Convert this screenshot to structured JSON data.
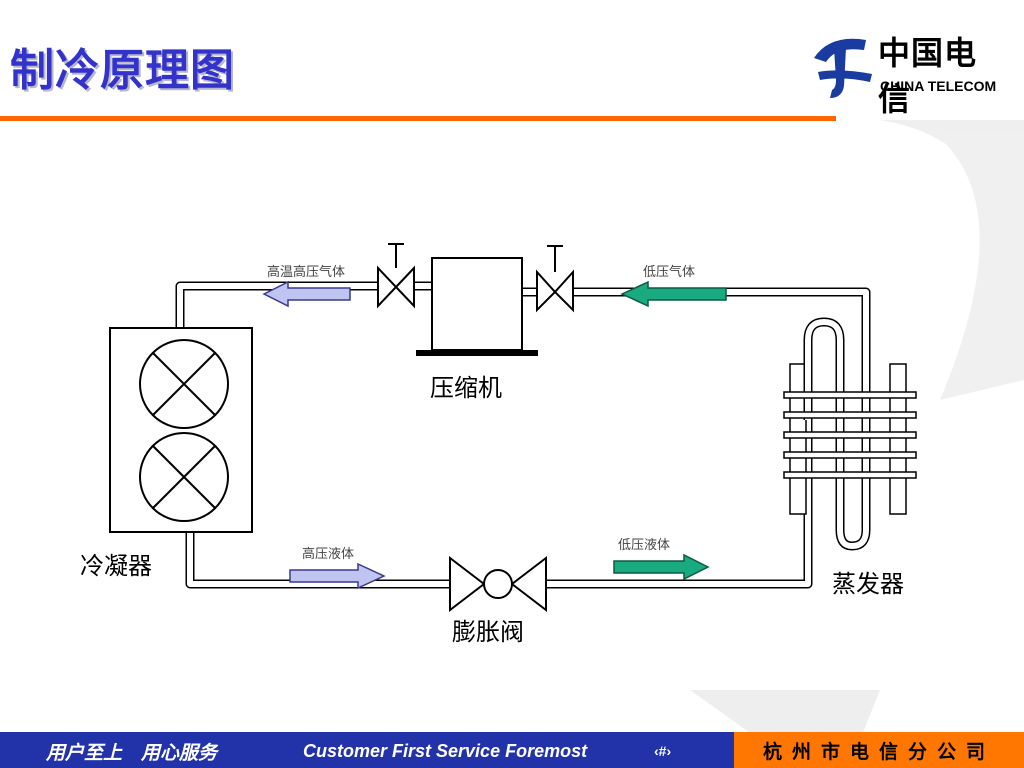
{
  "slide": {
    "title": "制冷原理图"
  },
  "logo": {
    "name_cn": "中国电信",
    "name_en": "CHINA TELECOM"
  },
  "diagram": {
    "components": {
      "compressor": "压缩机",
      "condenser": "冷凝器",
      "evaporator": "蒸发器",
      "expansion_valve": "膨胀阀"
    },
    "flows": {
      "high_temp_high_pressure_gas": "高温高压气体",
      "low_pressure_gas": "低压气体",
      "high_pressure_liquid": "高压液体",
      "low_pressure_liquid": "低压液体"
    },
    "colors": {
      "high_pressure_arrow": "#c0c4f0",
      "low_pressure_arrow": "#1aaa80",
      "pipe": "#000000"
    }
  },
  "footer": {
    "slogan_cn": "用户至上　用心服务",
    "slogan_en": "Customer First Service Foremost",
    "page_number": "‹#›",
    "company": "杭州市电信分公司"
  },
  "theme": {
    "title_color": "#3333cc",
    "rule_color": "#ff6600",
    "footer_bg": "#2233aa",
    "footer_accent": "#ff7700"
  }
}
